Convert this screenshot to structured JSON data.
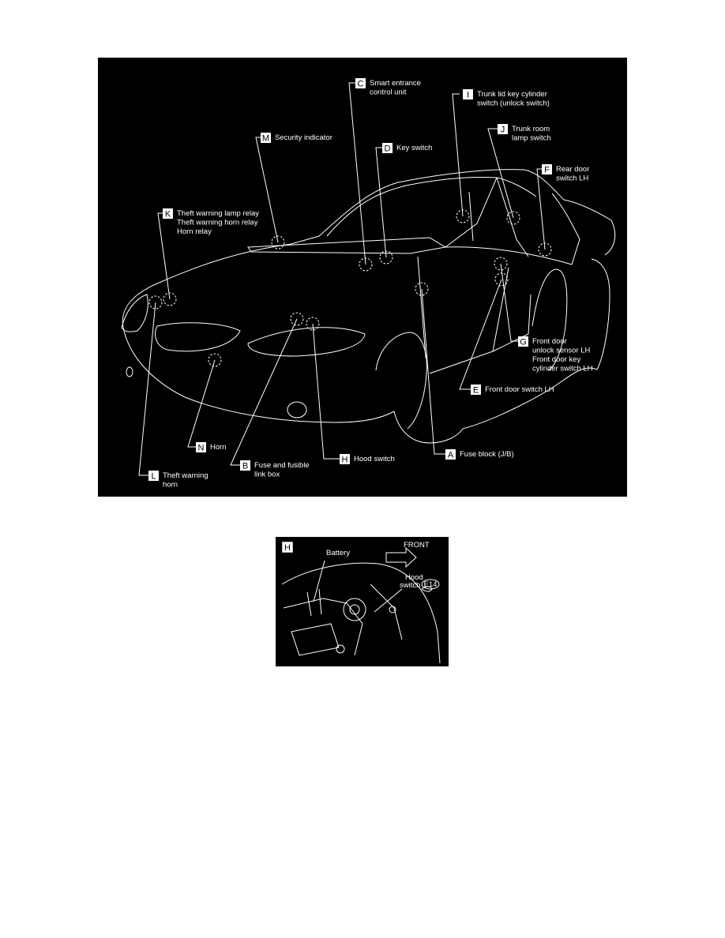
{
  "main": {
    "callouts": [
      {
        "id": "A",
        "letter": "A",
        "lines": [
          "Fuse block (J/B)"
        ]
      },
      {
        "id": "B",
        "letter": "B",
        "lines": [
          "Fuse and fusible",
          "link box"
        ]
      },
      {
        "id": "C",
        "letter": "C",
        "lines": [
          "Smart entrance",
          "control unit"
        ]
      },
      {
        "id": "D",
        "letter": "D",
        "lines": [
          "Key switch"
        ]
      },
      {
        "id": "E",
        "letter": "E",
        "lines": [
          "Front door switch LH"
        ]
      },
      {
        "id": "F",
        "letter": "F",
        "lines": [
          "Rear door",
          "switch LH"
        ]
      },
      {
        "id": "G",
        "letter": "G",
        "lines": [
          "Front door",
          "unlock sensor LH",
          "Front door key",
          "cylinder switch LH"
        ]
      },
      {
        "id": "H",
        "letter": "H",
        "lines": [
          "Hood switch"
        ]
      },
      {
        "id": "I",
        "letter": "I",
        "lines": [
          "Trunk lid key cylinder",
          "switch (unlock switch)"
        ]
      },
      {
        "id": "J",
        "letter": "J",
        "lines": [
          "Trunk room",
          "lamp switch"
        ]
      },
      {
        "id": "K",
        "letter": "K",
        "lines": [
          "Theft warning lamp relay",
          "Theft warning horn relay",
          "Horn relay"
        ]
      },
      {
        "id": "L",
        "letter": "L",
        "lines": [
          "Theft warning",
          "horn"
        ]
      },
      {
        "id": "M",
        "letter": "M",
        "lines": [
          "Security indicator"
        ]
      },
      {
        "id": "N",
        "letter": "N",
        "lines": [
          "Horn"
        ]
      }
    ]
  },
  "detail": {
    "letter": "H",
    "battery": "Battery",
    "front": "FRONT",
    "hood_switch": [
      "Hood",
      "switch"
    ],
    "connector": "E14"
  }
}
